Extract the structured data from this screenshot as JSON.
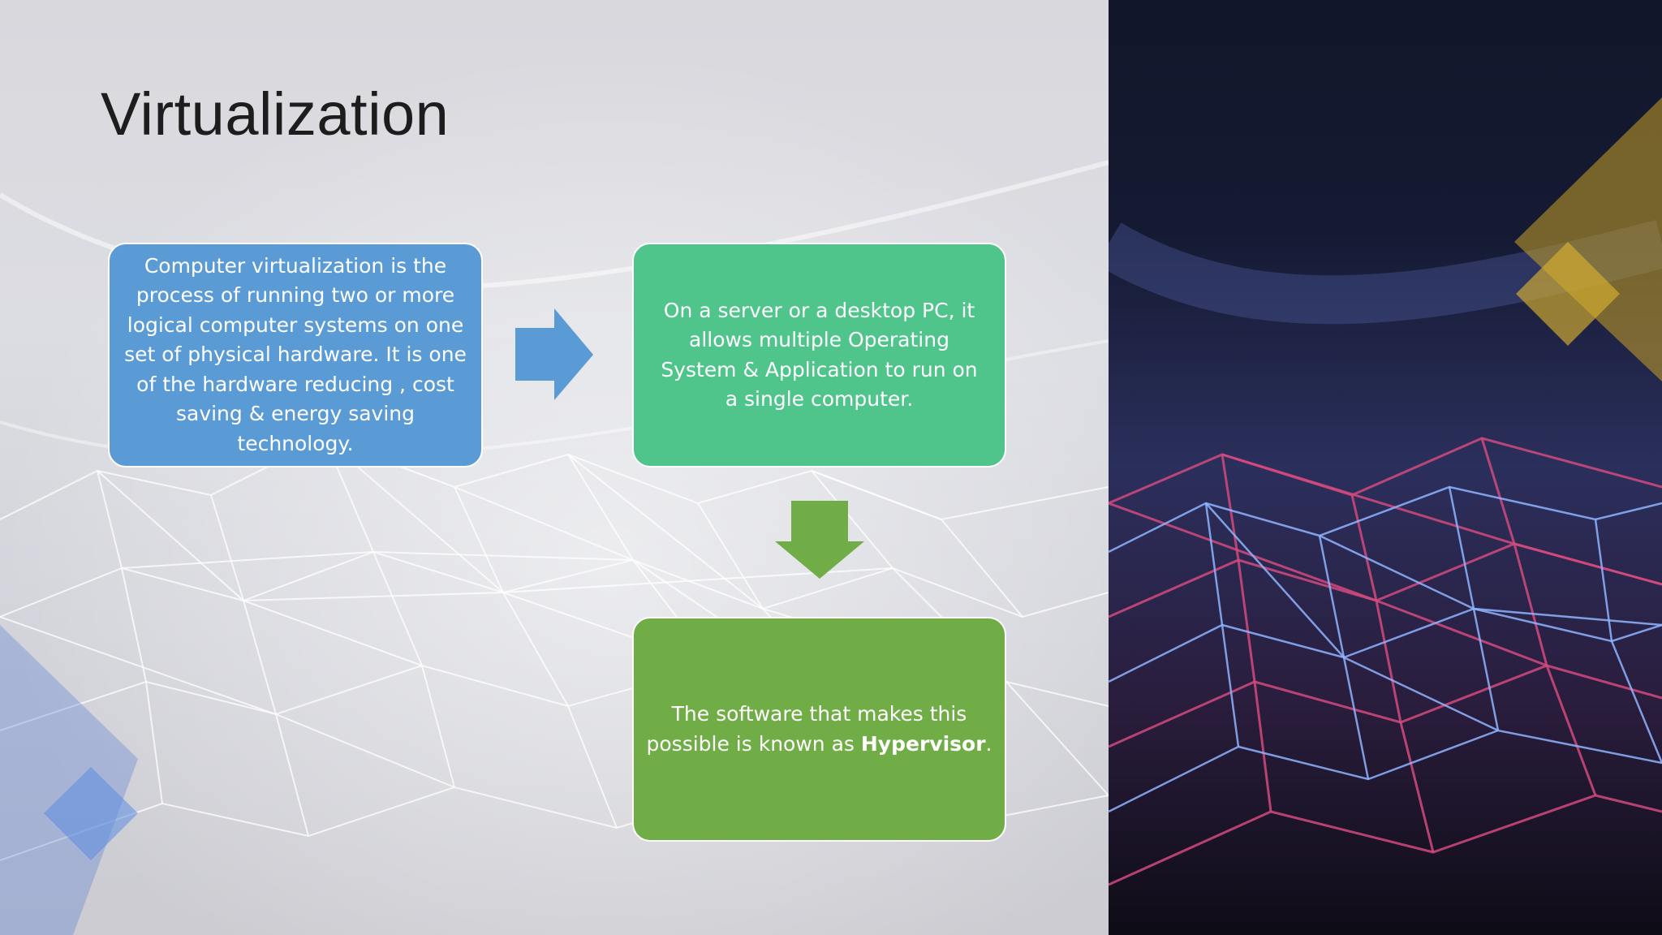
{
  "slide": {
    "title": "Virtualization",
    "colors": {
      "definition_box": "#5b9bd5",
      "purpose_box": "#4fc58b",
      "hypervisor_box": "#70ad47",
      "right_arrow": "#5b9bd5",
      "down_arrow": "#70ad47",
      "gold_accent": "#c9a227"
    },
    "boxes": {
      "definition": {
        "text": "Computer virtualization is the process of running two or more logical computer systems on one set of physical hardware. It is one of the hardware reducing , cost saving & energy saving technology."
      },
      "purpose": {
        "text": "On a server or a desktop PC, it allows multiple Operating System & Application to run on a single computer."
      },
      "hypervisor": {
        "text_before": "The software that makes this possible is known as ",
        "highlight": "Hypervisor",
        "text_after": "."
      }
    },
    "connectors": [
      {
        "from": "definition",
        "to": "purpose",
        "icon": "arrow-right-icon"
      },
      {
        "from": "purpose",
        "to": "hypervisor",
        "icon": "arrow-down-icon"
      }
    ]
  }
}
